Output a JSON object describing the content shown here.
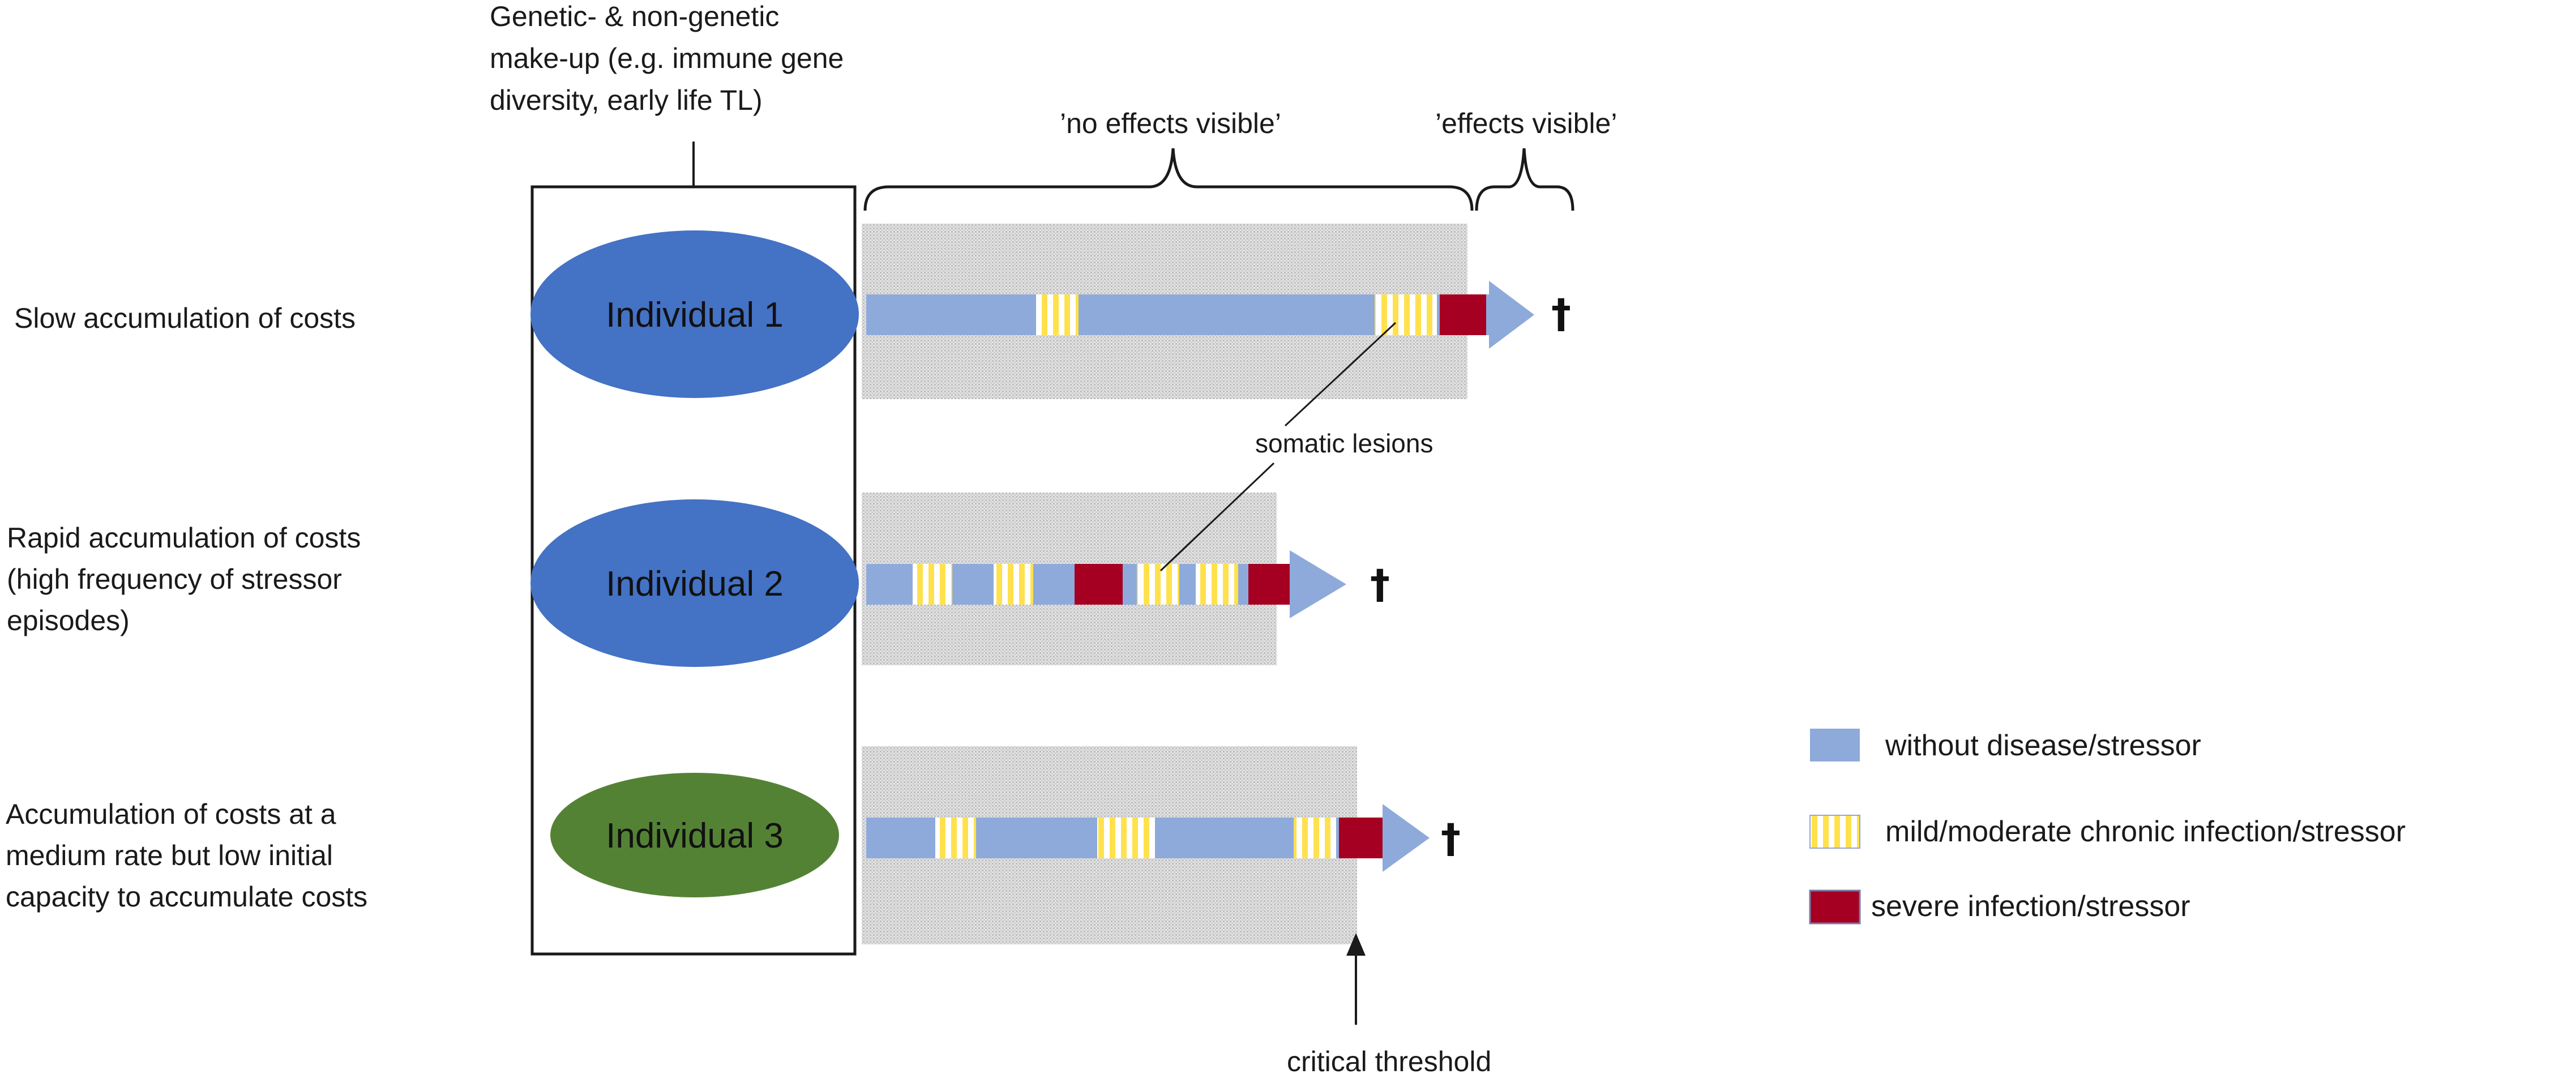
{
  "makeup": {
    "lines": [
      "Genetic- & non-genetic",
      "make-up (e.g. immune gene",
      "diversity, early life TL)"
    ]
  },
  "phases": {
    "no_effects": "’no effects visible’",
    "effects": "’effects visible’"
  },
  "rows": [
    {
      "description": [
        "Slow accumulation of costs"
      ],
      "individual": "Individual 1",
      "ellipse_color": "#4472c4",
      "segments": [
        "mild",
        "mild",
        "severe"
      ],
      "death_symbol": "†"
    },
    {
      "description": [
        "Rapid accumulation of costs",
        "(high frequency of stressor",
        "episodes)"
      ],
      "individual": "Individual 2",
      "ellipse_color": "#4472c4",
      "segments": [
        "mild",
        "mild",
        "severe",
        "mild",
        "mild",
        "severe"
      ],
      "death_symbol": "†"
    },
    {
      "description": [
        "Accumulation of costs at a",
        "medium rate but low initial",
        "capacity to accumulate costs"
      ],
      "individual": "Individual 3",
      "ellipse_color": "#548235",
      "segments": [
        "mild",
        "mild",
        "mild",
        "severe"
      ],
      "death_symbol": "†"
    }
  ],
  "annotations": {
    "somatic_lesions": "somatic lesions",
    "critical_threshold": "critical threshold"
  },
  "legend": [
    {
      "key": "none",
      "label": "without disease/stressor"
    },
    {
      "key": "mild",
      "label": "mild/moderate chronic infection/stressor"
    },
    {
      "key": "severe",
      "label": "severe infection/stressor"
    }
  ],
  "colors": {
    "bar": "#8eaadb",
    "severe": "#a50021",
    "mild_yellow": "#ffe14d",
    "mild_white": "#ffffff",
    "ellipse_text": "#111111"
  }
}
